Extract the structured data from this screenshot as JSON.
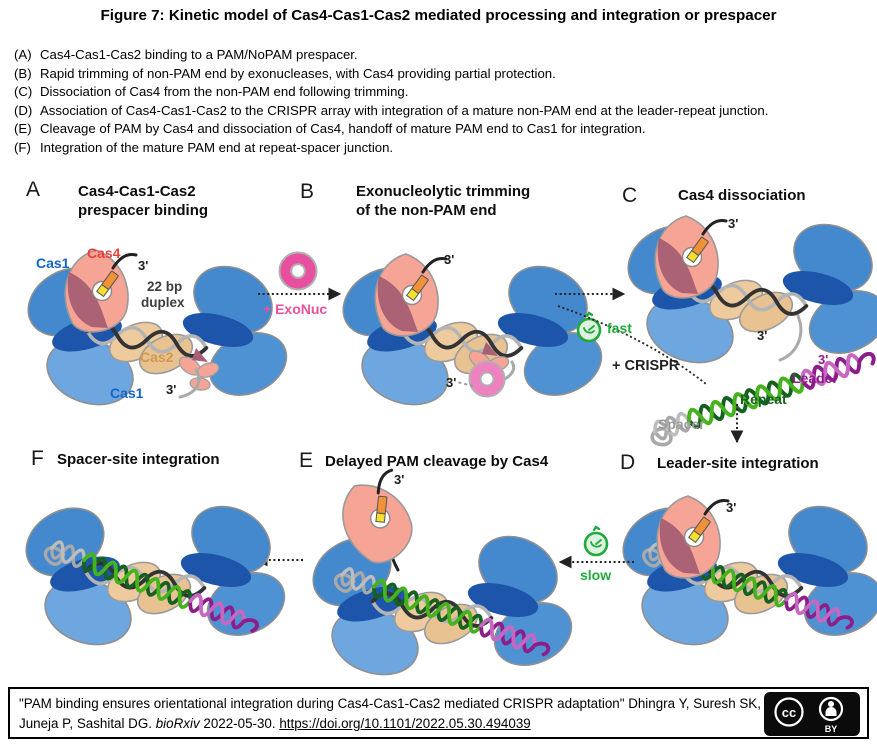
{
  "title": "Figure 7: Kinetic model of Cas4-Cas1-Cas2 mediated processing and integration or prespacer",
  "caption": {
    "items": [
      {
        "label": "(A)",
        "text": "Cas4-Cas1-Cas2 binding to a PAM/NoPAM prespacer."
      },
      {
        "label": "(B)",
        "text": "Rapid trimming of non-PAM end by exonucleases, with Cas4 providing partial protection."
      },
      {
        "label": "(C)",
        "text": "Dissociation of Cas4 from the non-PAM end following trimming."
      },
      {
        "label": "(D)",
        "text": "Association of Cas4-Cas1-Cas2 to the CRISPR array with integration of a mature non-PAM end at the leader-repeat junction."
      },
      {
        "label": "(E)",
        "text": "Cleavage of PAM by Cas4 and dissociation of Cas4, handoff of mature PAM end to Cas1 for integration."
      },
      {
        "label": "(F)",
        "text": "Integration of the mature PAM end at repeat-spacer junction."
      }
    ]
  },
  "panels": {
    "a": {
      "letter": "A",
      "title_line1": "Cas4-Cas1-Cas2",
      "title_line2": "prespacer binding",
      "cas1_top": "Cas1",
      "cas4": "Cas4",
      "cas2": "Cas2",
      "cas1_bottom": "Cas1",
      "three_prime_top": "3'",
      "three_prime_bottom": "3'",
      "duplex_line1": "22 bp",
      "duplex_line2": "duplex"
    },
    "b": {
      "letter": "B",
      "title_line1": "Exonucleolytic trimming",
      "title_line2": "of the non-PAM end",
      "three_prime_top": "3'",
      "three_prime_bottom": "3'"
    },
    "c": {
      "letter": "C",
      "title": "Cas4 dissociation",
      "three_prime_top": "3'",
      "three_prime_mid": "3'",
      "three_prime_leader": "3'",
      "leader": "Leader",
      "repeat": "Repeat",
      "spacer": "Spacer"
    },
    "d": {
      "letter": "D",
      "title": "Leader-site integration",
      "three_prime": "3'"
    },
    "e": {
      "letter": "E",
      "title": "Delayed PAM cleavage by Cas4",
      "three_prime": "3'"
    },
    "f": {
      "letter": "F",
      "title": "Spacer-site integration"
    }
  },
  "transitions": {
    "exonuc": "+ ExoNuc",
    "fast": "fast",
    "crispr": "+ CRISPR",
    "slow": "slow"
  },
  "citation": {
    "text": "\"PAM binding ensures orientational integration during Cas4-Cas1-Cas2 mediated CRISPR adaptation\" Dhingra Y, Suresh SK, Juneja P, Sashital DG.",
    "journal": "bioRxiv",
    "date": "2022-05-30. ",
    "url": "https://doi.org/10.1101/2022.05.30.494039",
    "license": {
      "cc": "cc",
      "by": "BY"
    }
  },
  "icons": {
    "exonuclease": "donut-icon",
    "fast_clock": "stopwatch-icon",
    "slow_clock": "stopwatch-icon",
    "license_cc": "cc-icon",
    "license_by": "person-icon"
  },
  "colors": {
    "cas1_blue": "#4489cd",
    "cas1_dark_blue": "#1c55a9",
    "cas1_light_blue": "#6ea7df",
    "cas4_salmon": "#f6a495",
    "cas4_maroon": "#a75f73",
    "cas2_tan": "#edcb9e",
    "pam_orange": "#ef9238",
    "pam_yellow": "#f4e12d",
    "dna_black": "#333333",
    "dna_gray": "#b4b4b4",
    "exonuc_magenta": "#e8509f",
    "kinetics_green": "#1faa3c",
    "leader_purple": "#8c1d8a",
    "leader_light": "#c668c1",
    "repeat_dark_green": "#15611f",
    "repeat_light_green": "#46b31e",
    "spacer_gray": "#a9a9a9",
    "label_blue": "#1464c8",
    "label_red": "#e8413c",
    "label_tan": "#cf9a52"
  }
}
